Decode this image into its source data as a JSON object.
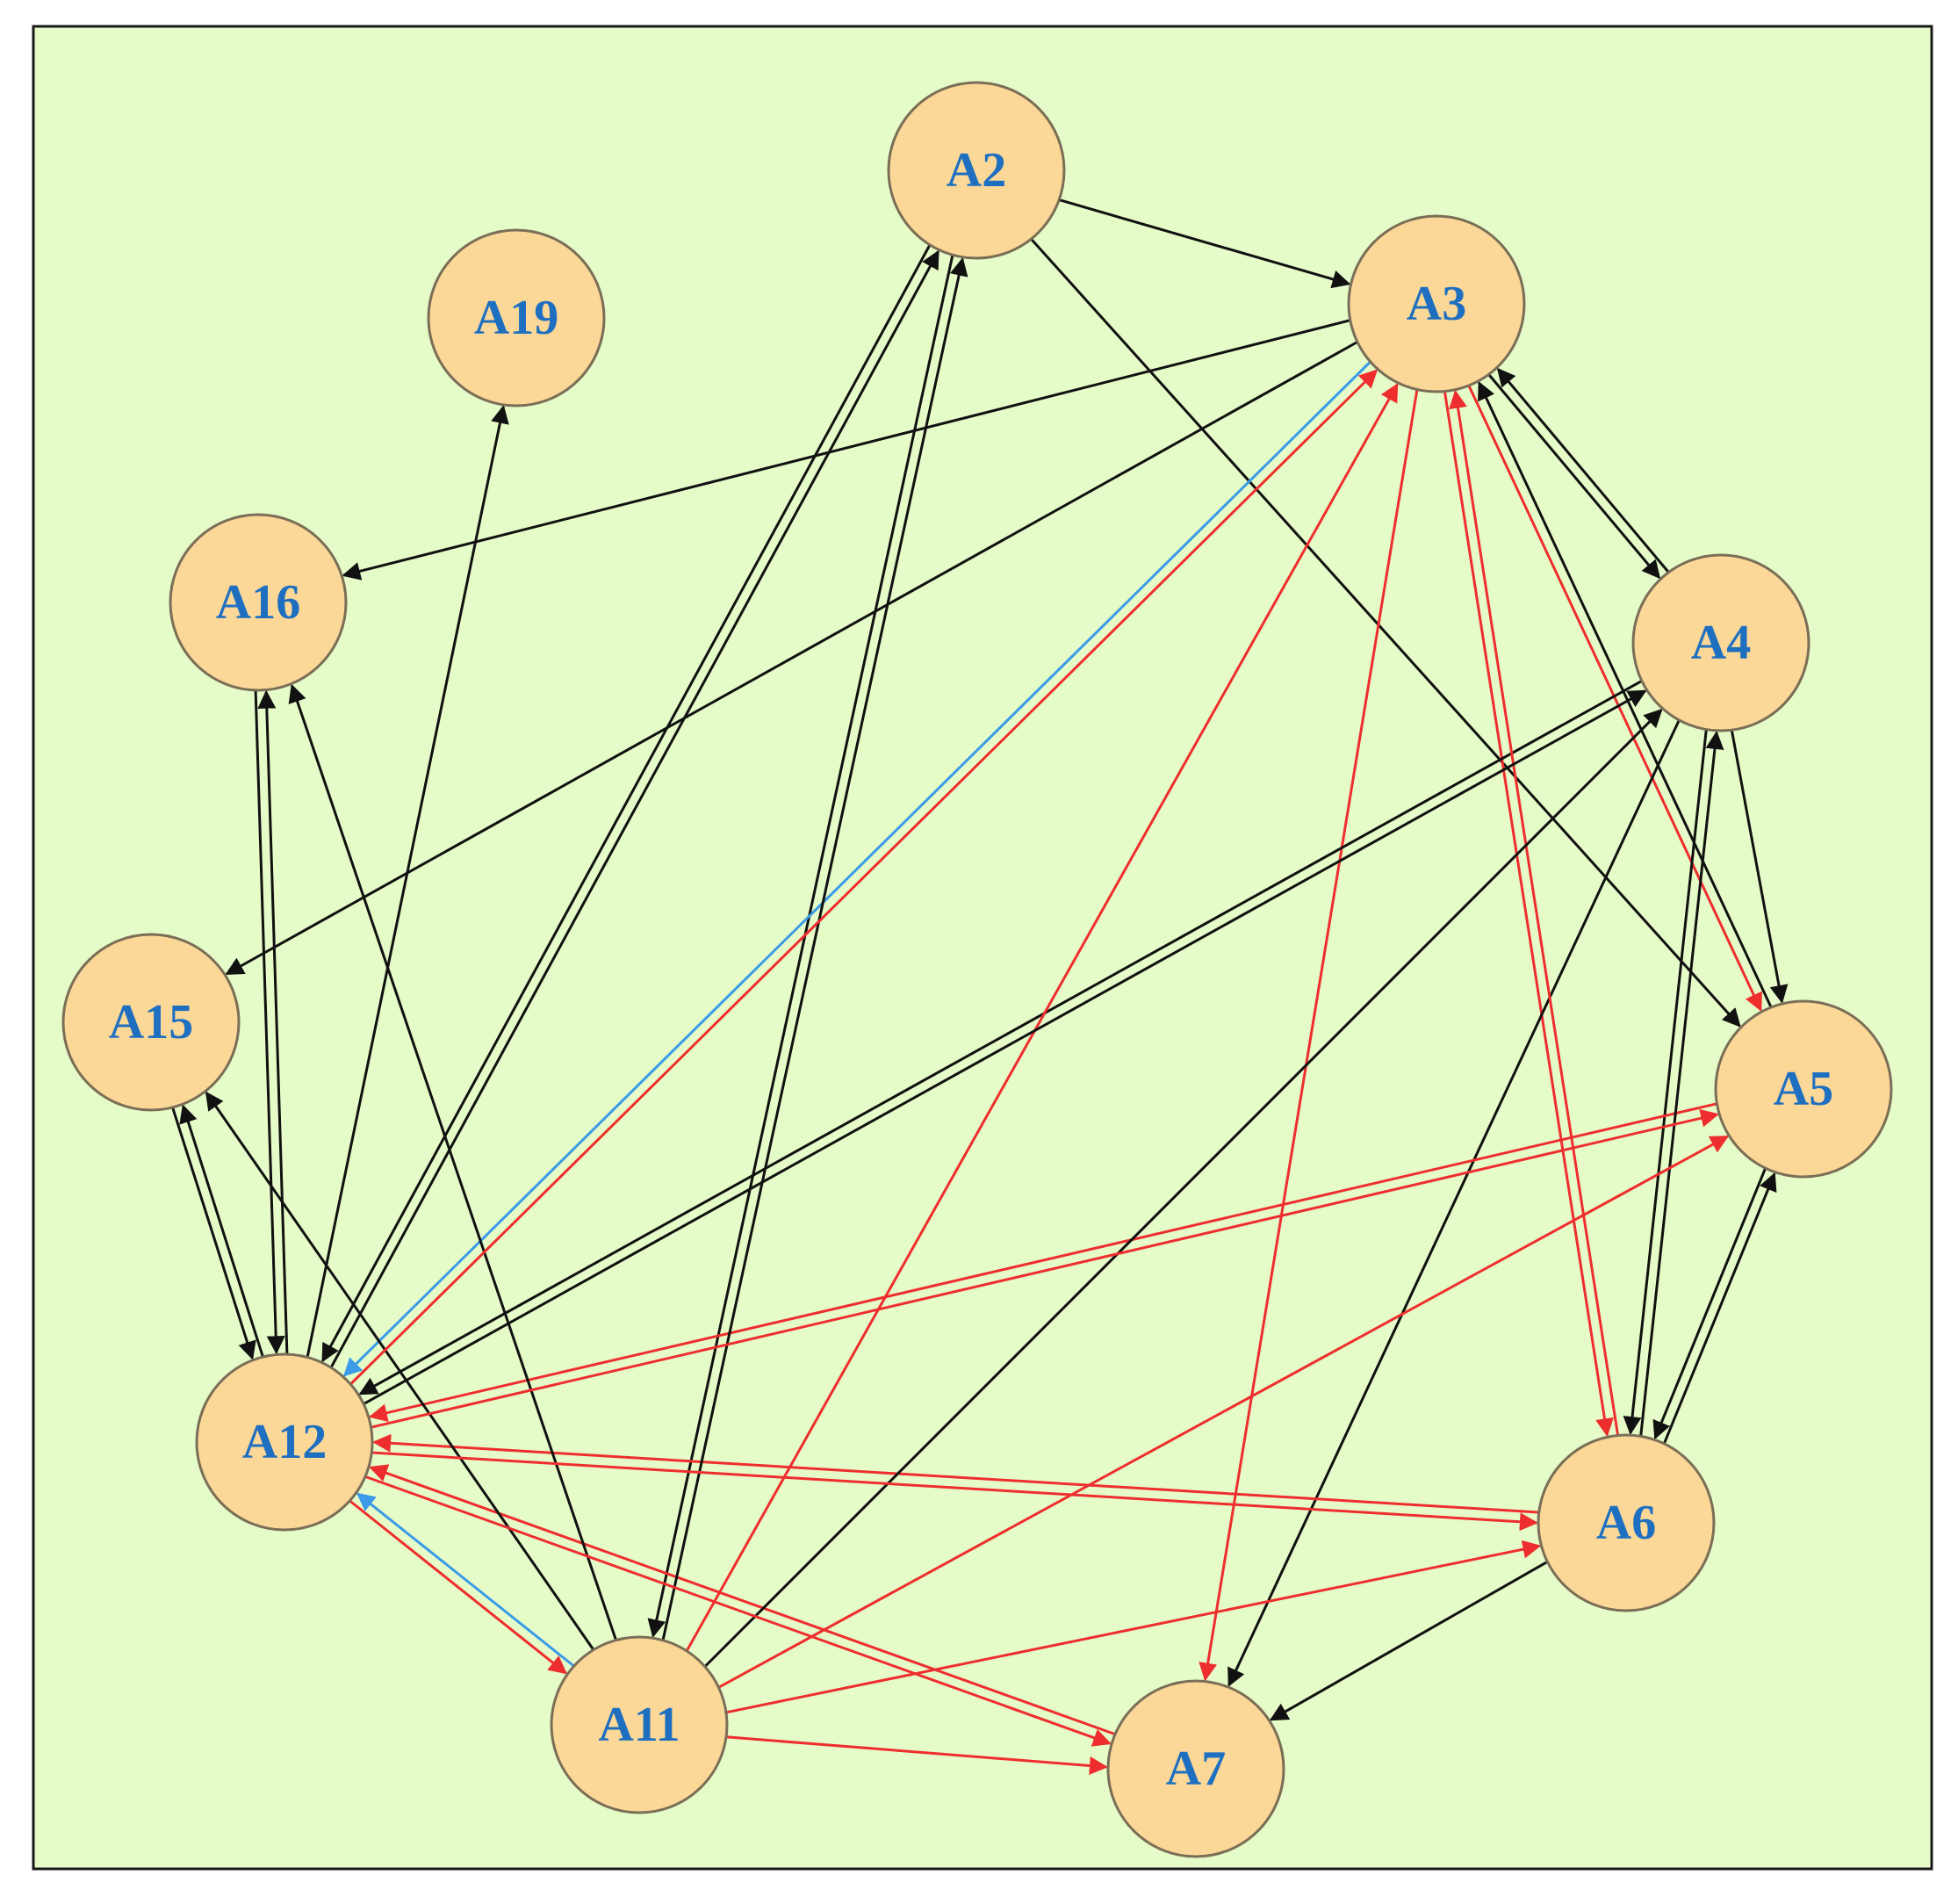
{
  "colors": {
    "background": "#e6fcc8",
    "frame": "#1a1a1a",
    "node_fill": "#fcd898",
    "node_stroke": "#7a6e56",
    "label": "#1f6fc0",
    "edge_black": "#111111",
    "edge_red": "#ee2e2e",
    "edge_blue": "#3b9be8"
  },
  "nodes": [
    {
      "id": "A2",
      "label": "A2"
    },
    {
      "id": "A3",
      "label": "A3"
    },
    {
      "id": "A4",
      "label": "A4"
    },
    {
      "id": "A5",
      "label": "A5"
    },
    {
      "id": "A6",
      "label": "A6"
    },
    {
      "id": "A7",
      "label": "A7"
    },
    {
      "id": "A11",
      "label": "A11"
    },
    {
      "id": "A12",
      "label": "A12"
    },
    {
      "id": "A15",
      "label": "A15"
    },
    {
      "id": "A16",
      "label": "A16"
    },
    {
      "id": "A19",
      "label": "A19"
    }
  ],
  "edges": [
    {
      "from": "A2",
      "to": "A3",
      "color": "black"
    },
    {
      "from": "A2",
      "to": "A5",
      "color": "black"
    },
    {
      "from": "A2",
      "to": "A11",
      "color": "black"
    },
    {
      "from": "A2",
      "to": "A12",
      "color": "black"
    },
    {
      "from": "A3",
      "to": "A4",
      "color": "black"
    },
    {
      "from": "A3",
      "to": "A16",
      "color": "black"
    },
    {
      "from": "A3",
      "to": "A15",
      "color": "black"
    },
    {
      "from": "A3",
      "to": "A12",
      "color": "blue"
    },
    {
      "from": "A3",
      "to": "A5",
      "color": "red"
    },
    {
      "from": "A3",
      "to": "A6",
      "color": "red"
    },
    {
      "from": "A3",
      "to": "A7",
      "color": "red"
    },
    {
      "from": "A4",
      "to": "A3",
      "color": "black"
    },
    {
      "from": "A4",
      "to": "A5",
      "color": "black"
    },
    {
      "from": "A4",
      "to": "A12",
      "color": "black"
    },
    {
      "from": "A4",
      "to": "A6",
      "color": "black"
    },
    {
      "from": "A4",
      "to": "A7",
      "color": "black"
    },
    {
      "from": "A5",
      "to": "A3",
      "color": "black"
    },
    {
      "from": "A5",
      "to": "A6",
      "color": "black"
    },
    {
      "from": "A5",
      "to": "A12",
      "color": "red"
    },
    {
      "from": "A6",
      "to": "A4",
      "color": "black"
    },
    {
      "from": "A6",
      "to": "A5",
      "color": "black"
    },
    {
      "from": "A6",
      "to": "A7",
      "color": "black"
    },
    {
      "from": "A6",
      "to": "A3",
      "color": "red"
    },
    {
      "from": "A6",
      "to": "A12",
      "color": "red"
    },
    {
      "from": "A7",
      "to": "A12",
      "color": "red"
    },
    {
      "from": "A11",
      "to": "A2",
      "color": "black"
    },
    {
      "from": "A11",
      "to": "A4",
      "color": "black"
    },
    {
      "from": "A11",
      "to": "A15",
      "color": "black"
    },
    {
      "from": "A11",
      "to": "A16",
      "color": "black"
    },
    {
      "from": "A11",
      "to": "A3",
      "color": "red"
    },
    {
      "from": "A11",
      "to": "A5",
      "color": "red"
    },
    {
      "from": "A11",
      "to": "A6",
      "color": "red"
    },
    {
      "from": "A11",
      "to": "A7",
      "color": "red"
    },
    {
      "from": "A11",
      "to": "A12",
      "color": "blue"
    },
    {
      "from": "A12",
      "to": "A16",
      "color": "black"
    },
    {
      "from": "A12",
      "to": "A15",
      "color": "black"
    },
    {
      "from": "A12",
      "to": "A19",
      "color": "black"
    },
    {
      "from": "A12",
      "to": "A2",
      "color": "black"
    },
    {
      "from": "A12",
      "to": "A4",
      "color": "black"
    },
    {
      "from": "A12",
      "to": "A3",
      "color": "red"
    },
    {
      "from": "A12",
      "to": "A5",
      "color": "red"
    },
    {
      "from": "A12",
      "to": "A6",
      "color": "red"
    },
    {
      "from": "A12",
      "to": "A7",
      "color": "red"
    },
    {
      "from": "A12",
      "to": "A11",
      "color": "red"
    },
    {
      "from": "A15",
      "to": "A12",
      "color": "black"
    },
    {
      "from": "A16",
      "to": "A12",
      "color": "black"
    }
  ]
}
